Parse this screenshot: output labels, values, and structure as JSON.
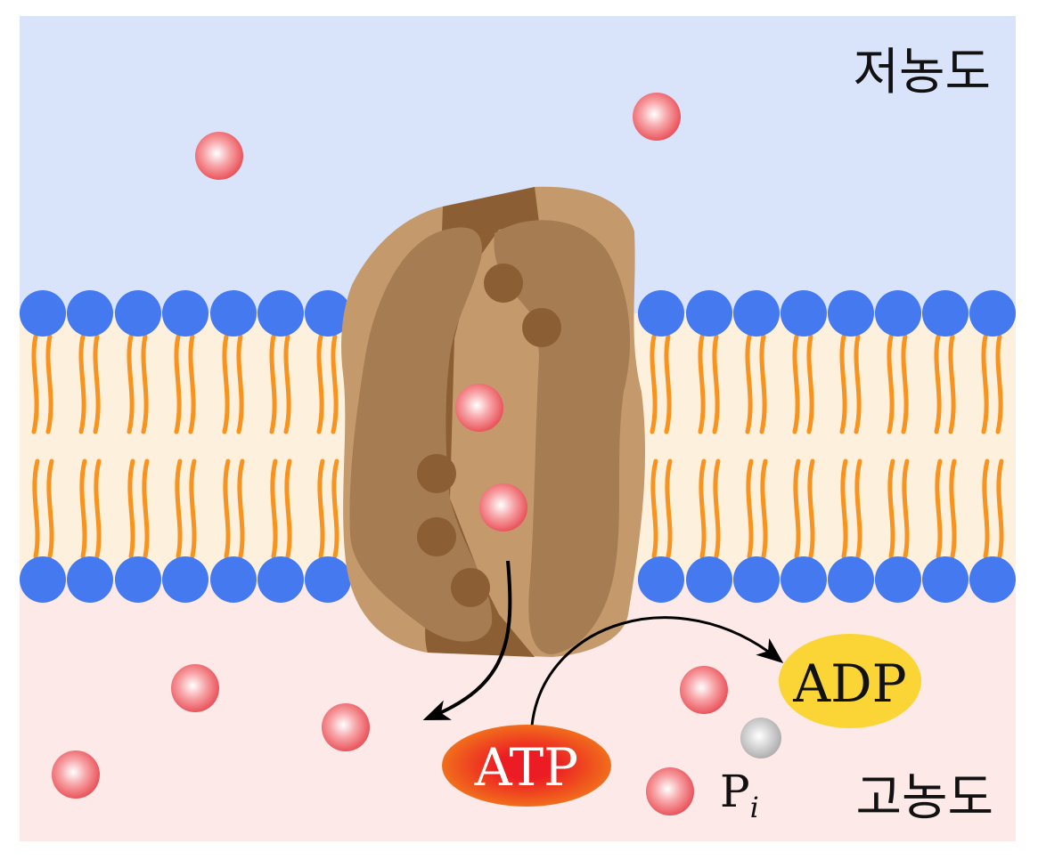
{
  "labels": {
    "low_concentration": "저농도",
    "high_concentration": "고농도",
    "atp": "ATP",
    "adp": "ADP",
    "phosphate": "P",
    "phosphate_subscript": "i"
  },
  "colors": {
    "outside": "#d9e4fb",
    "membrane": "#fdf0dc",
    "inside": "#fde9e7",
    "lipid_head": "#4479f0",
    "lipid_tail": "#f7931e",
    "protein_light": "#c49a6c",
    "protein_mid": "#a67c52",
    "protein_dark": "#8b5e34",
    "adp": "#fbd535"
  }
}
